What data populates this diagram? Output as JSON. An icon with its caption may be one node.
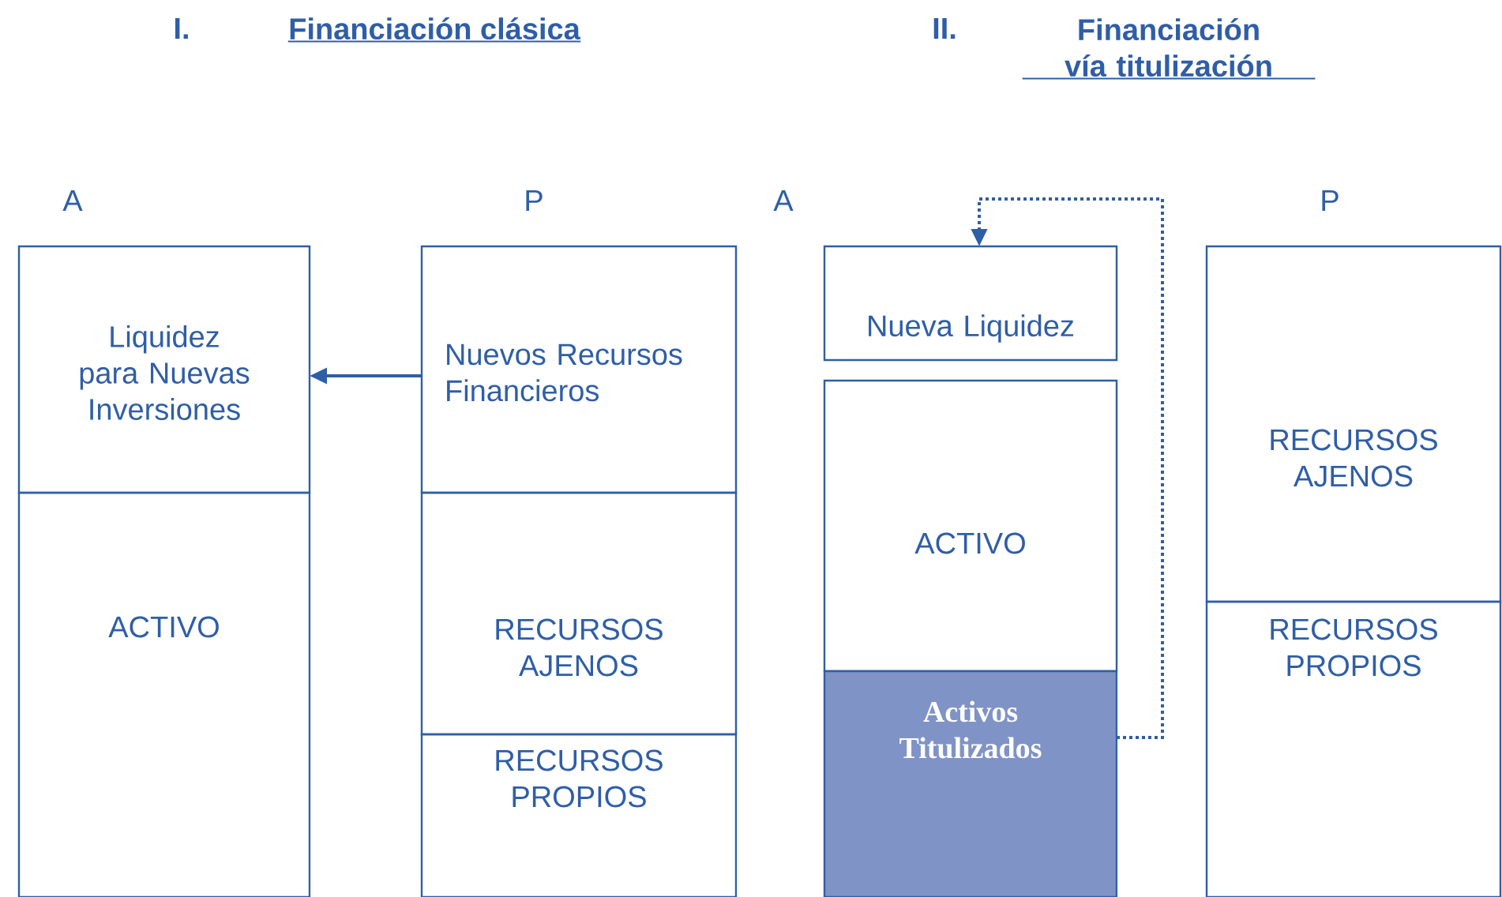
{
  "diagram": {
    "nodes": [
      {
        "text": [
          "Liquidez para Nuevas Inversiones"
        ]
      },
      {
        "text": [
          "ACTIVO"
        ]
      },
      {
        "text": [
          "Nuevos Recursos Financieros"
        ]
      },
      {
        "text": [
          "RECURSOS AJENOS"
        ]
      },
      {
        "text": [
          "RECURSOS PROPIOS"
        ]
      },
      {
        "text": [
          "Nueva Liquidez"
        ]
      },
      {
        "text": [
          "ACTIVO"
        ]
      },
      {
        "text": [
          "Activos Titulizados"
        ]
      },
      {
        "text": [
          "RECURSOS AJENOS"
        ]
      },
      {
        "text": [
          "RECURSOS PROPIOS"
        ]
      }
    ],
    "edges": [
      {
        "from": 2,
        "to": 0,
        "arrow": "to"
      },
      {
        "from": 7,
        "to": 5,
        "arrow": "to",
        "style": "dashed"
      }
    ],
    "labels": [
      "I.",
      "Financiación clásica",
      "II.",
      "Financiación vía titulización",
      "A",
      "P",
      "A",
      "P"
    ]
  }
}
